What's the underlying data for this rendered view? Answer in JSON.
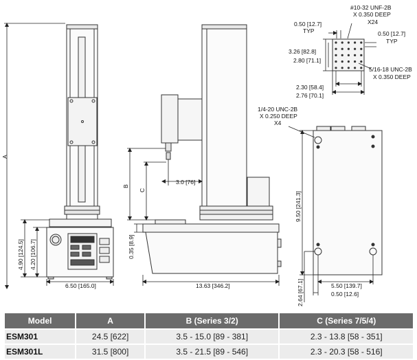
{
  "dimensions": {
    "a": "A",
    "b": "B",
    "c": "C",
    "h_4_90": "4.90 [124.5]",
    "h_4_20": "4.20 [106.7]",
    "w_6_50": "6.50 [165.0]",
    "h_0_35": "0.35 [8.9]",
    "w_13_63": "13.63 [346.2]",
    "reach_3_0": "3.0 [76]",
    "callout_10_32_l1": "#10-32 UNF-2B",
    "callout_10_32_l2": "X 0.350 DEEP",
    "callout_10_32_l3": "X24",
    "pitch_top_l1": "0.50 [12.7]",
    "pitch_top_l2": "TYP",
    "pitch_right_l1": "0.50 [12.7]",
    "pitch_right_l2": "TYP",
    "plate_h_3_26": "3.26 [82.8]",
    "plate_h_2_80": "2.80 [71.1]",
    "callout_5_16_l1": "5/16-18 UNC-2B",
    "callout_5_16_l2": "X 0.350 DEEP",
    "plate_w_2_30": "2.30 [58.4]",
    "plate_w_2_76": "2.76 [70.1]",
    "callout_1_4_l1": "1/4-20 UNC-2B",
    "callout_1_4_l2": "X 0.250 DEEP",
    "callout_1_4_l3": "X4",
    "base_h_9_50": "9.50 [241.3]",
    "base_w_5_50": "5.50 [139.7]",
    "base_off_0_50": "0.50 [12.6]",
    "base_off_2_64": "2.64 [67.1]"
  },
  "table": {
    "headers": [
      "Model",
      "A",
      "B (Series 3/2)",
      "C (Series 7/5/4)"
    ],
    "rows": [
      {
        "model": "ESM301",
        "a": "24.5 [622]",
        "b": "3.5 - 15.0 [89 - 381]",
        "c": "2.3 - 13.8 [58 - 351]"
      },
      {
        "model": "ESM301L",
        "a": "31.5 [800]",
        "b": "3.5 - 21.5 [89 - 546]",
        "c": "2.3 - 20.3 [58 - 516]"
      }
    ]
  }
}
